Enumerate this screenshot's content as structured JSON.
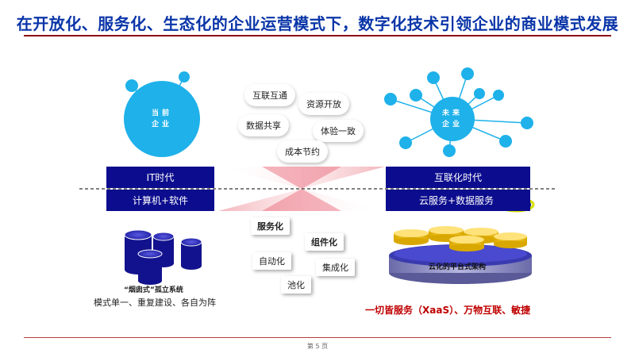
{
  "title": "在开放化、服务化、生态化的企业运营模式下，数字化技术引领企业的商业模式发展",
  "colors": {
    "title": "#0a35a8",
    "bar": "#0c0d8e",
    "node": "#1eb1ea",
    "accent_red": "#c00000",
    "rule": "#8e1014"
  },
  "left": {
    "hub_line1": "当前",
    "hub_line2": "企业",
    "bar_top": "IT时代",
    "bar_bottom": "计算机+软件",
    "silo_label": "“烟囱式”孤立系统",
    "silo_desc": "模式单一、重复建设、各自为阵"
  },
  "right": {
    "hub_line1": "未来",
    "hub_line2": "企业",
    "bar_top": "互联化时代",
    "bar_bottom": "云服务+数据服务",
    "platform_label": "云化的平台式架构",
    "slogan": "一切皆服务（XaaS）、万物互联、敏捷",
    "cloud_icon": "cloud-icon"
  },
  "clouds": [
    "互联互通",
    "资源开放",
    "数据共享",
    "体验一致",
    "成本节约"
  ],
  "tags": {
    "service": "服务化",
    "component": "组件化",
    "automation": "自动化",
    "integration": "集成化",
    "pooling": "池化"
  },
  "page_number": "第 5 页"
}
